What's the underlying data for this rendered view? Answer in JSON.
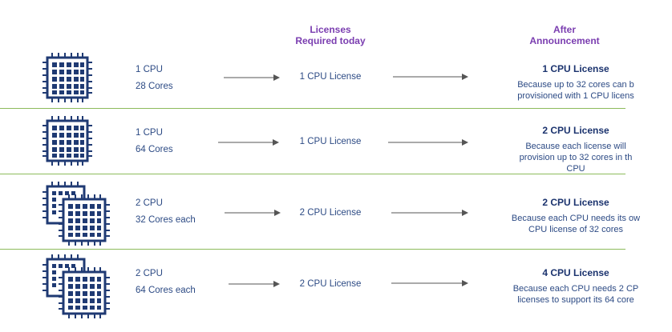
{
  "headers": {
    "licenses_line1": "Licenses",
    "licenses_line2": "Required today",
    "after_line1": "After",
    "after_line2": "Announcement"
  },
  "rows": [
    {
      "cpu": "1 CPU",
      "cores": "28 Cores",
      "license_today": "1 CPU License",
      "after_title": "1 CPU License",
      "after_desc_line1": "Because up to 32 cores can b",
      "after_desc_line2": "provisioned with 1 CPU licens",
      "after_desc_line3": "",
      "icon": "single-cpu-chip-icon"
    },
    {
      "cpu": "1 CPU",
      "cores": "64 Cores",
      "license_today": "1 CPU License",
      "after_title": "2 CPU License",
      "after_desc_line1": "Because each license will",
      "after_desc_line2": "provision up to 32 cores in th",
      "after_desc_line3": "CPU",
      "icon": "single-cpu-chip-icon"
    },
    {
      "cpu": "2 CPU",
      "cores": "32 Cores each",
      "license_today": "2 CPU License",
      "after_title": "2 CPU License",
      "after_desc_line1": "Because each CPU needs its ow",
      "after_desc_line2": "CPU license of 32 cores",
      "after_desc_line3": "",
      "icon": "dual-cpu-chip-icon"
    },
    {
      "cpu": "2 CPU",
      "cores": "64 Cores each",
      "license_today": "2 CPU License",
      "after_title": "4 CPU License",
      "after_desc_line1": "Because each CPU needs 2 CP",
      "after_desc_line2": "licenses to support its 64 core",
      "after_desc_line3": "",
      "icon": "dual-cpu-chip-icon"
    }
  ],
  "colors": {
    "header": "#7a3db0",
    "text": "#2c4a84",
    "chip": "#1f3a73",
    "divider": "#8dbb5b",
    "arrow": "#555555"
  }
}
